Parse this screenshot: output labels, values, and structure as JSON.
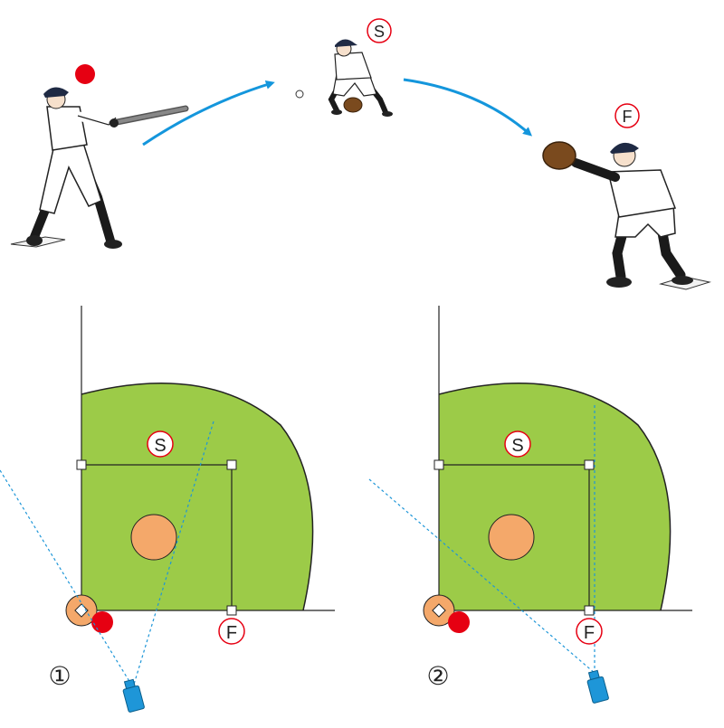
{
  "labels": {
    "shortstop": "S",
    "first_base": "F",
    "diagram_1": "①",
    "diagram_2": "②"
  },
  "colors": {
    "field_green": "#9ccb48",
    "mound_orange": "#f4a86a",
    "runner_red": "#e60012",
    "camera_blue": "#1e96d8",
    "arrow_blue": "#1496dc",
    "label_ring_red": "#e60012",
    "player_navy": "#1f2a44",
    "glove_brown": "#7a4a1e"
  },
  "icons": {
    "runner": "red-dot-icon",
    "camera": "camera-icon",
    "ball": "ball-icon"
  }
}
